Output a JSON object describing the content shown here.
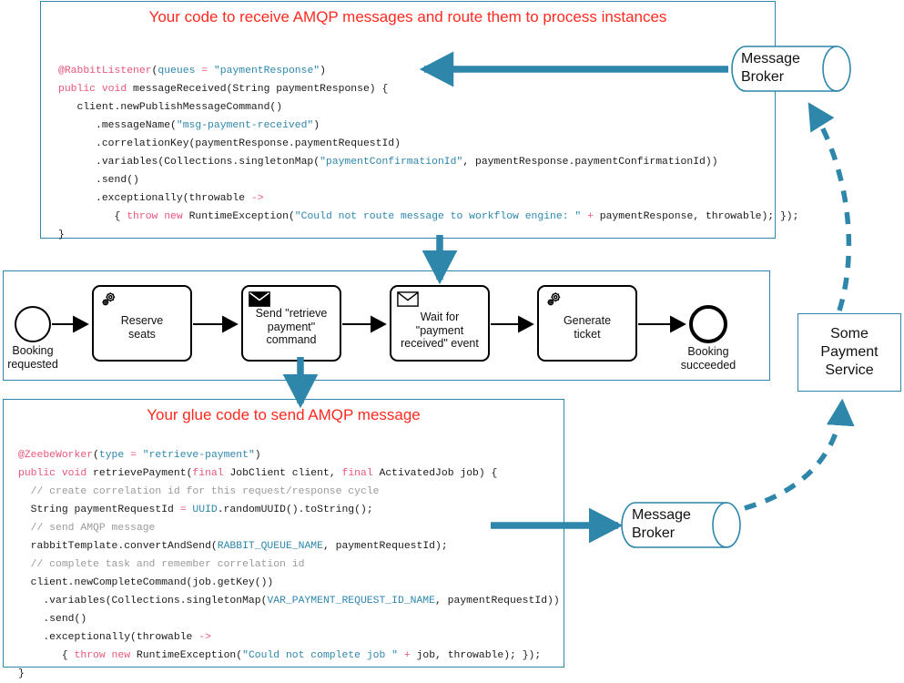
{
  "top_panel": {
    "title": "Your code to receive AMQP messages and route them to process instances",
    "code_lines": [
      "@RabbitListener(queues = \"paymentResponse\")",
      "public void messageReceived(String paymentResponse) {",
      "   client.newPublishMessageCommand()",
      "      .messageName(\"msg-payment-received\")",
      "      .correlationKey(paymentResponse.paymentRequestId)",
      "      .variables(Collections.singletonMap(\"paymentConfirmationId\", paymentResponse.paymentConfirmationId))",
      "      .send()",
      "      .exceptionally(throwable ->",
      "         { throw new RuntimeException(\"Could not route message to workflow engine: \" + paymentResponse, throwable); });",
      "}"
    ]
  },
  "bottom_panel": {
    "title": "Your glue code to send AMQP message",
    "code_lines": [
      "@ZeebeWorker(type = \"retrieve-payment\")",
      "public void retrievePayment(final JobClient client, final ActivatedJob job) {",
      "  // create correlation id for this request/response cycle",
      "  String paymentRequestId = UUID.randomUUID().toString();",
      "  // send AMQP message",
      "  rabbitTemplate.convertAndSend(RABBIT_QUEUE_NAME, paymentRequestId);",
      "  // complete task and remember correlation id",
      "  client.newCompleteCommand(job.getKey())",
      "    .variables(Collections.singletonMap(VAR_PAYMENT_REQUEST_ID_NAME, paymentRequestId))",
      "    .send()",
      "    .exceptionally(throwable ->",
      "       { throw new RuntimeException(\"Could not complete job \" + job, throwable); });",
      "}"
    ]
  },
  "process": {
    "start_event_label": "Booking\nrequested",
    "end_event_label": "Booking\nsucceeded",
    "tasks": [
      {
        "id": "reserve-seats",
        "label": "Reserve\nseats",
        "icon": "gear-icon"
      },
      {
        "id": "send-retrieve",
        "label": "Send \"retrieve\npayment\"\ncommand",
        "icon": "envelope-filled-icon"
      },
      {
        "id": "wait-payment",
        "label": "Wait for\n\"payment\nreceived\" event",
        "icon": "envelope-outline-icon"
      },
      {
        "id": "generate-ticket",
        "label": "Generate\nticket",
        "icon": "gear-icon"
      }
    ]
  },
  "externals": {
    "message_broker_top": "Message\nBroker",
    "message_broker_bottom": "Message\nBroker",
    "payment_service": "Some\nPayment\nService"
  },
  "colors": {
    "accent_blue": "#2E86AB",
    "title_red": "#ff2a20",
    "code_keyword": "#e8567a",
    "code_string": "#2E86AB",
    "code_comment": "#9a9a9a",
    "bpmn_black": "#000000"
  }
}
